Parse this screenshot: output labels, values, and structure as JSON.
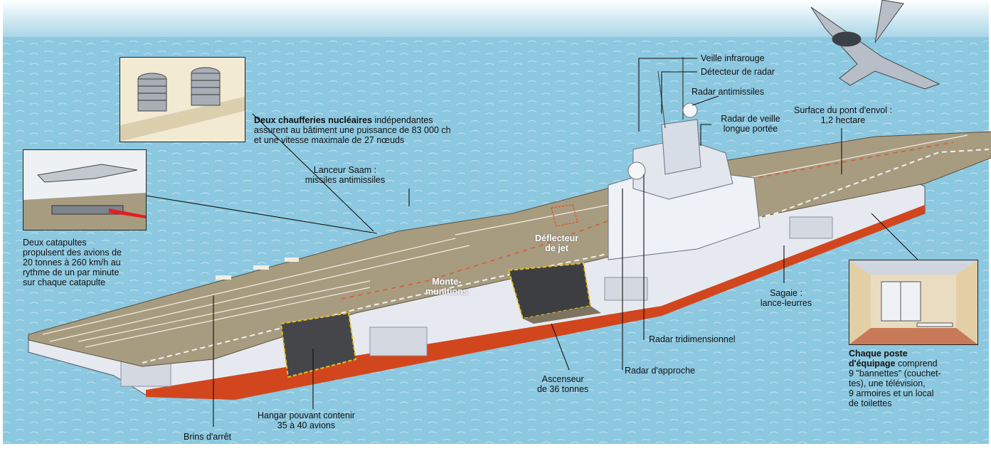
{
  "colors": {
    "sea": "#8cc8e0",
    "deck": "#a89c80",
    "hull": "#e6eaf0",
    "waterline": "#d2461e",
    "hazard": "#e8c020"
  },
  "labels": {
    "veille_infrarouge": "Veille infrarouge",
    "detecteur_radar": "Détecteur de radar",
    "radar_antimissiles": "Radar antimissiles",
    "radar_veille_1": "Radar de veille",
    "radar_veille_2": "longue portée",
    "surface_1": "Surface du pont d'envol :",
    "surface_2": "1,2 hectare",
    "chaufferies_bold": "Deux chaufferies nucléaires",
    "chaufferies_rest1": " indépendantes",
    "chaufferies_rest2": "assurent au bâtiment une puissance de 83 000 ch",
    "chaufferies_rest3": "et une vitesse maximale de 27 nœuds",
    "lanceur_1": "Lanceur Saam :",
    "lanceur_2": "missiles antimissiles",
    "catapultes": "Deux catapultes\npropulsent des avions de\n20 tonnes à 260 km/h au\nrythme de un par minute\nsur chaque catapulte",
    "deflecteur": "Déflecteur\nde jet",
    "monte_munitions": "Monte-\nmunitions",
    "sagaie_1": "Sagaie :",
    "sagaie_2": "lance-leurres",
    "radar_tridim": "Radar tridimensionnel",
    "radar_approche": "Radar d'approche",
    "ascenseur": "Ascenseur\nde 36 tonnes",
    "hangar": "Hangar pouvant contenir\n35 à 40 avions",
    "brins": "Brins d'arrêt",
    "poste_bold": "Chaque poste\nd'équipage",
    "poste_rest1": " comprend",
    "poste_rest2": "9 \"bannettes\" (couchet-\ntes), une télévision,\n9 armoires et un local\nde toilettes"
  }
}
